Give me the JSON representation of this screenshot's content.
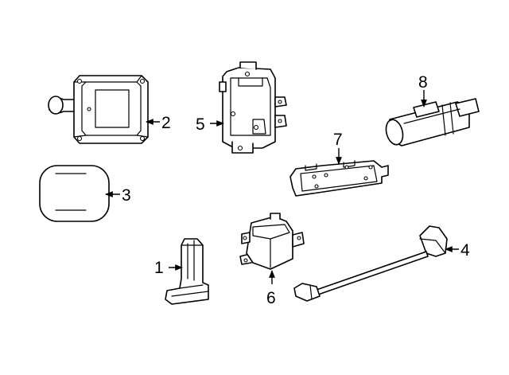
{
  "callouts": [
    {
      "id": "1",
      "label": "1"
    },
    {
      "id": "2",
      "label": "2"
    },
    {
      "id": "3",
      "label": "3"
    },
    {
      "id": "4",
      "label": "4"
    },
    {
      "id": "5",
      "label": "5"
    },
    {
      "id": "6",
      "label": "6"
    },
    {
      "id": "7",
      "label": "7"
    },
    {
      "id": "8",
      "label": "8"
    }
  ],
  "colors": {
    "line": "#000000",
    "fill": "#ffffff",
    "background": "#ffffff"
  }
}
